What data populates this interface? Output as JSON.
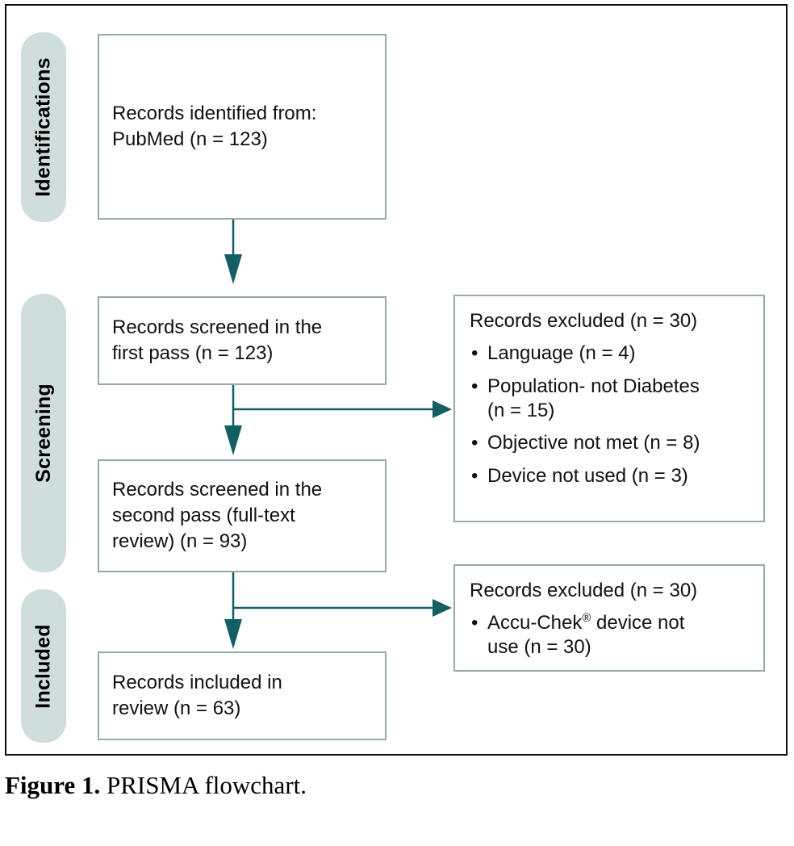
{
  "figure": {
    "caption_label": "Figure 1.",
    "caption_text": "PRISMA flowchart."
  },
  "colors": {
    "pill_fill": "#cfdedc",
    "box_border": "#96aaa9",
    "connector": "#145f63",
    "frame_border": "#0d0d0d",
    "text": "#111111"
  },
  "stages": [
    {
      "label": "Identifications"
    },
    {
      "label": "Screening"
    },
    {
      "label": "Included"
    }
  ],
  "boxes": {
    "identified": {
      "line1": "Records identified from:",
      "line2": "PubMed (n = 123)"
    },
    "screened_first": {
      "line1": "Records screened in the",
      "line2": "first pass (n = 123)"
    },
    "screened_second": {
      "line1": "Records screened in the",
      "line2": "second pass (full-text",
      "line3": "review) (n = 93)"
    },
    "included": {
      "line1": "Records included in",
      "line2": "review (n = 63)"
    }
  },
  "excluded_first_pass": {
    "title": "Records excluded (n = 30)",
    "items": [
      {
        "text": "Language (n = 4)"
      },
      {
        "text_line1": "Population- not Diabetes",
        "text_line2": "(n = 15)"
      },
      {
        "text": "Objective not met (n = 8)"
      },
      {
        "text": "Device not used (n = 3)"
      }
    ]
  },
  "excluded_second_pass": {
    "title": "Records excluded (n = 30)",
    "items": [
      {
        "prefix": "Accu-Chek",
        "sup": "®",
        "suffix_line1": " device not",
        "suffix_line2": "use (n = 30)"
      }
    ]
  },
  "bullet_glyph": "•",
  "chart_data": {
    "type": "diagram",
    "title": "PRISMA flowchart",
    "nodes": [
      {
        "id": "identified",
        "stage": "Identifications",
        "label": "Records identified from: PubMed (n = 123)",
        "n": 123
      },
      {
        "id": "screened_first",
        "stage": "Screening",
        "label": "Records screened in the first pass (n = 123)",
        "n": 123
      },
      {
        "id": "excluded_first",
        "stage": "Screening",
        "label": "Records excluded (n = 30)",
        "n": 30
      },
      {
        "id": "screened_second",
        "stage": "Screening",
        "label": "Records screened in the second pass (full-text review) (n = 93)",
        "n": 93
      },
      {
        "id": "excluded_second",
        "stage": "Screening",
        "label": "Records excluded (n = 30)",
        "n": 30
      },
      {
        "id": "included",
        "stage": "Included",
        "label": "Records included in review (n = 63)",
        "n": 63
      }
    ],
    "edges": [
      {
        "from": "identified",
        "to": "screened_first"
      },
      {
        "from": "screened_first",
        "to": "excluded_first"
      },
      {
        "from": "screened_first",
        "to": "screened_second"
      },
      {
        "from": "screened_second",
        "to": "excluded_second"
      },
      {
        "from": "screened_second",
        "to": "included"
      }
    ],
    "exclusion_reasons_first_pass": [
      {
        "reason": "Language",
        "n": 4
      },
      {
        "reason": "Population- not Diabetes",
        "n": 15
      },
      {
        "reason": "Objective not met",
        "n": 8
      },
      {
        "reason": "Device not used",
        "n": 3
      }
    ],
    "exclusion_reasons_second_pass": [
      {
        "reason": "Accu-Chek® device not use",
        "n": 30
      }
    ]
  }
}
